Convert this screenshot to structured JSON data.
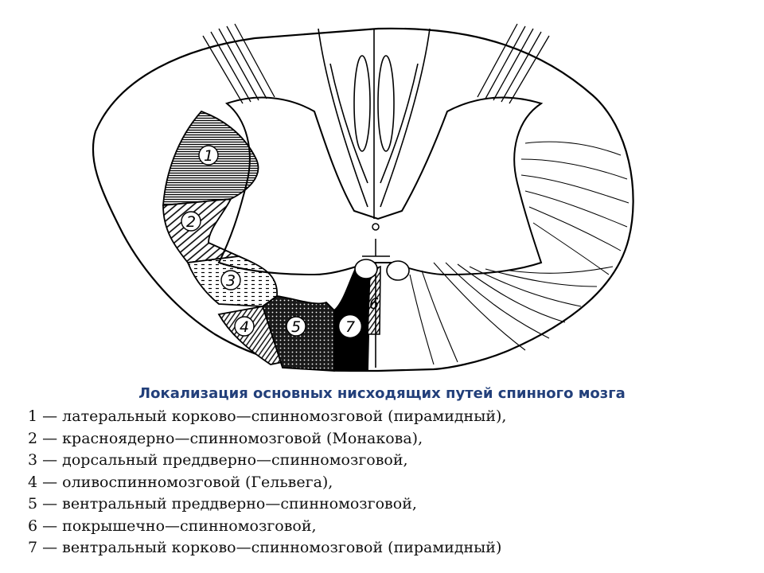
{
  "caption": {
    "title": "Локализация основных нисходящих путей спинного мозга",
    "items": [
      "1 — латеральный корково—спинномозговой (пирамидный),",
      "2 — красноядерно—спинномозговой (Монакова),",
      "3 — дорсальный преддверно—спинномозговой,",
      "4 — оливоспинномозговой (Гельвега),",
      "5 — вентральный преддверно—спинномозговой,",
      "6 — покрышечно—спинномозговой,",
      "7 — вентральный корково—спинномозговой (пирамидный)"
    ]
  },
  "diagram": {
    "tract_labels": [
      "1",
      "2",
      "3",
      "4",
      "5",
      "6",
      "7"
    ],
    "colors": {
      "ink": "#000000",
      "caption_title": "#223f7a",
      "background": "#ffffff"
    }
  }
}
